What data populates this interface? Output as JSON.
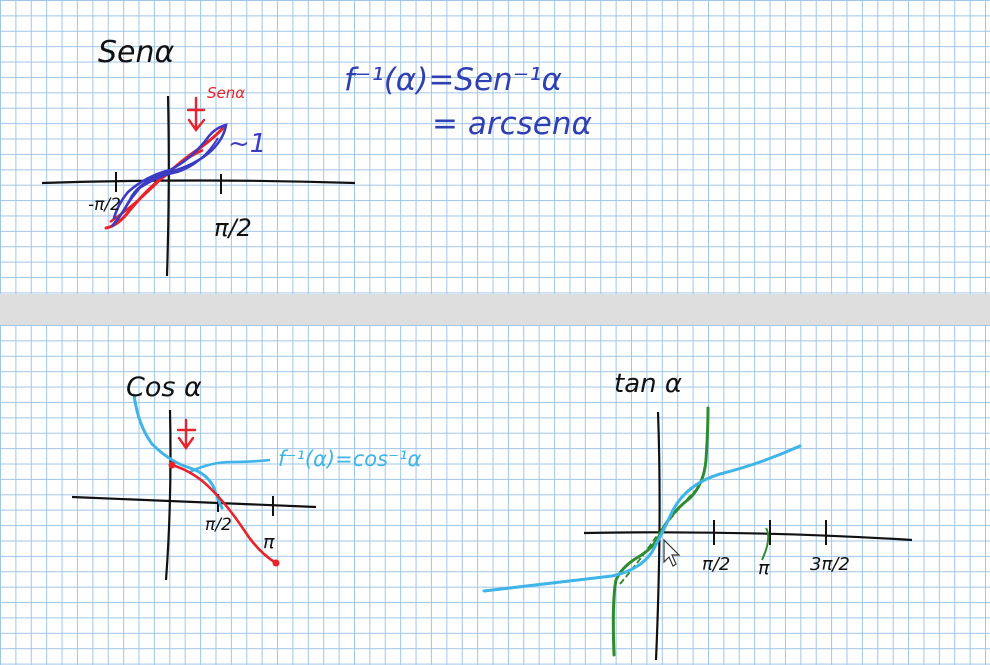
{
  "top_panel": {
    "title": "Senα",
    "red_label": "Senα",
    "tilde_label": "~1",
    "formula_line1": "f⁻¹(α)=Sen⁻¹α",
    "formula_line2": "= arcsenα",
    "tick_neg_label": "-π/2",
    "tick_pos_label": "π/2"
  },
  "bottom_left_panel": {
    "title": "Cos α",
    "formula": "f⁻¹(α)=cos⁻¹α",
    "tick_mid_label": "π/2",
    "tick_end_label": "π"
  },
  "bottom_right_panel": {
    "title": "tan α",
    "tick_1_label": "π/2",
    "tick_2_label": "π",
    "tick_3_label": "3π/2"
  },
  "colors": {
    "red": "#e8232a",
    "blue": "#3b3bc4",
    "cyan": "#3fb4e8",
    "green": "#2e8b2e",
    "axis": "#111111"
  },
  "icons": [
    "cursor-icon"
  ]
}
